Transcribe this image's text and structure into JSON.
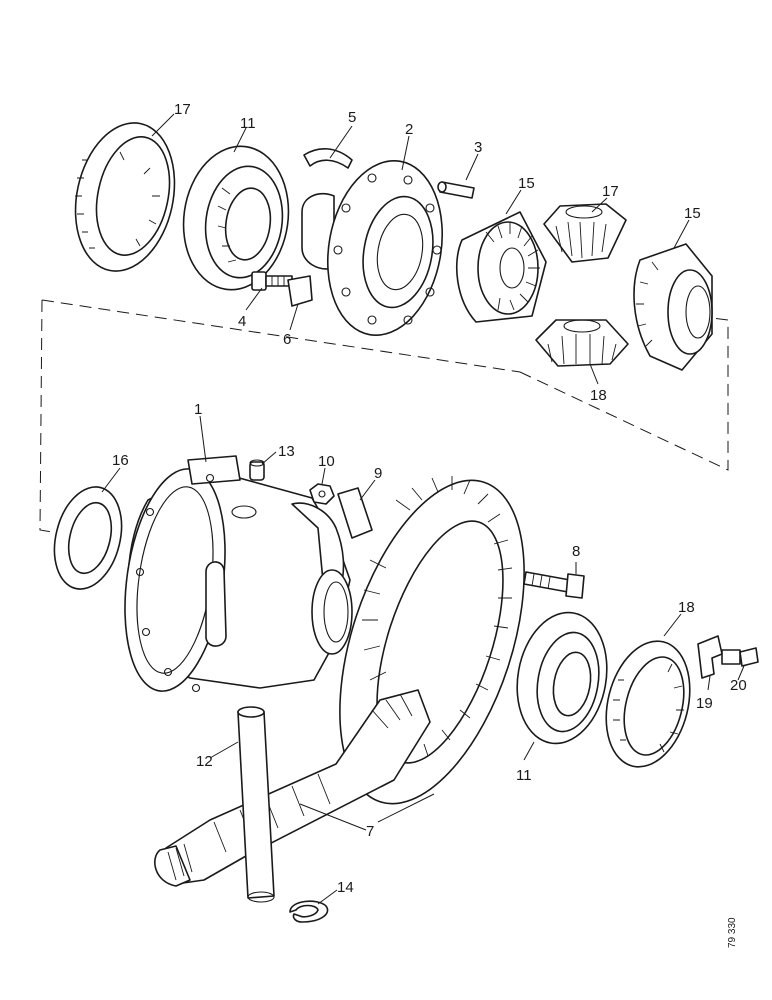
{
  "figure": {
    "reference_code": "79 330"
  },
  "callouts": [
    {
      "id": "1",
      "text": "1"
    },
    {
      "id": "2",
      "text": "2"
    },
    {
      "id": "3",
      "text": "3"
    },
    {
      "id": "4",
      "text": "4"
    },
    {
      "id": "5",
      "text": "5"
    },
    {
      "id": "6",
      "text": "6"
    },
    {
      "id": "7",
      "text": "7"
    },
    {
      "id": "8",
      "text": "8"
    },
    {
      "id": "9",
      "text": "9"
    },
    {
      "id": "10",
      "text": "10"
    },
    {
      "id": "11a",
      "text": "11"
    },
    {
      "id": "11b",
      "text": "11"
    },
    {
      "id": "12",
      "text": "12"
    },
    {
      "id": "13",
      "text": "13"
    },
    {
      "id": "14",
      "text": "14"
    },
    {
      "id": "15a",
      "text": "15"
    },
    {
      "id": "15b",
      "text": "15"
    },
    {
      "id": "16",
      "text": "16"
    },
    {
      "id": "17a",
      "text": "17"
    },
    {
      "id": "17b",
      "text": "17"
    },
    {
      "id": "18a",
      "text": "18"
    },
    {
      "id": "18b",
      "text": "18"
    },
    {
      "id": "19",
      "text": "19"
    },
    {
      "id": "20",
      "text": "20"
    }
  ]
}
